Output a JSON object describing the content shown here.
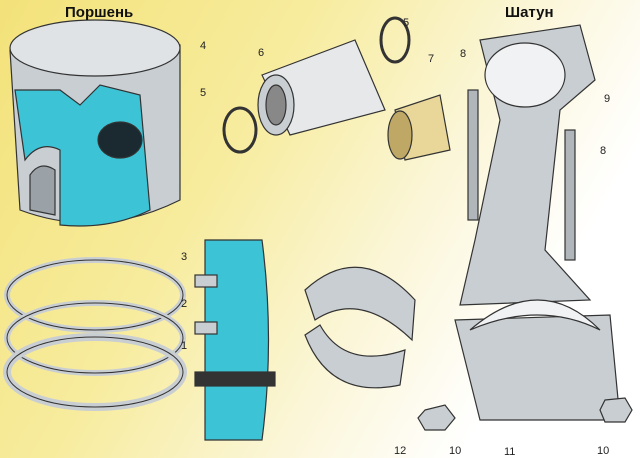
{
  "titles": {
    "piston": "Поршень",
    "conrod": "Шатун"
  },
  "callouts": {
    "piston_body": "4",
    "pin": "6",
    "circlip_right": "5",
    "circlip_left": "5",
    "bushing": "7",
    "bolt_left": "8",
    "conrod": "9",
    "bolt_right": "8",
    "ring_top": "3",
    "ring_mid": "2",
    "ring_oil": "1",
    "bearing_shells": "12",
    "nut_left": "10",
    "cap": "11",
    "nut_right": "10"
  },
  "colors": {
    "cutaway": "#3cc3d6",
    "metal": "#c9ced2",
    "background": "#f5e88a"
  }
}
